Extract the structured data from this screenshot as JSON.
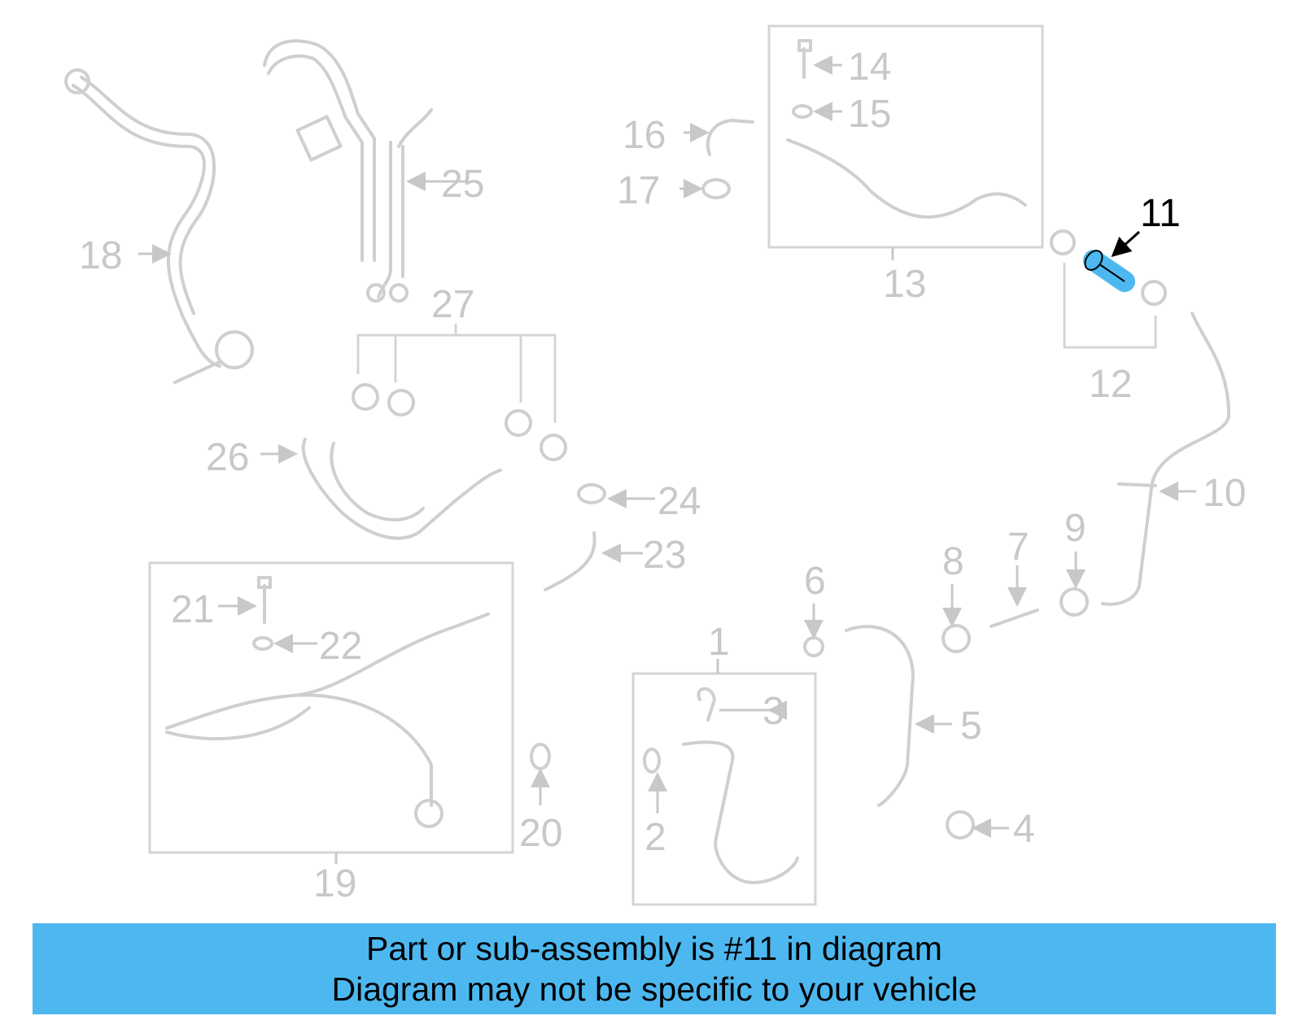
{
  "diagram": {
    "highlight_color": "#4db8f0",
    "part_color": "#cfcfcf",
    "callouts": [
      {
        "id": "1",
        "label": "1"
      },
      {
        "id": "2",
        "label": "2"
      },
      {
        "id": "3",
        "label": "3"
      },
      {
        "id": "4",
        "label": "4"
      },
      {
        "id": "5",
        "label": "5"
      },
      {
        "id": "6",
        "label": "6"
      },
      {
        "id": "7",
        "label": "7"
      },
      {
        "id": "8",
        "label": "8"
      },
      {
        "id": "9",
        "label": "9"
      },
      {
        "id": "10",
        "label": "10"
      },
      {
        "id": "11",
        "label": "11",
        "highlighted": true
      },
      {
        "id": "12",
        "label": "12"
      },
      {
        "id": "13",
        "label": "13"
      },
      {
        "id": "14",
        "label": "14"
      },
      {
        "id": "15",
        "label": "15"
      },
      {
        "id": "16",
        "label": "16"
      },
      {
        "id": "17",
        "label": "17"
      },
      {
        "id": "18",
        "label": "18"
      },
      {
        "id": "19",
        "label": "19"
      },
      {
        "id": "20",
        "label": "20"
      },
      {
        "id": "21",
        "label": "21"
      },
      {
        "id": "22",
        "label": "22"
      },
      {
        "id": "23",
        "label": "23"
      },
      {
        "id": "24",
        "label": "24"
      },
      {
        "id": "25",
        "label": "25"
      },
      {
        "id": "26",
        "label": "26"
      },
      {
        "id": "27",
        "label": "27"
      }
    ]
  },
  "banner": {
    "line1": "Part or sub-assembly is #11 in diagram",
    "line2": "Diagram may not be specific to your vehicle",
    "background": "#4db8f0"
  }
}
